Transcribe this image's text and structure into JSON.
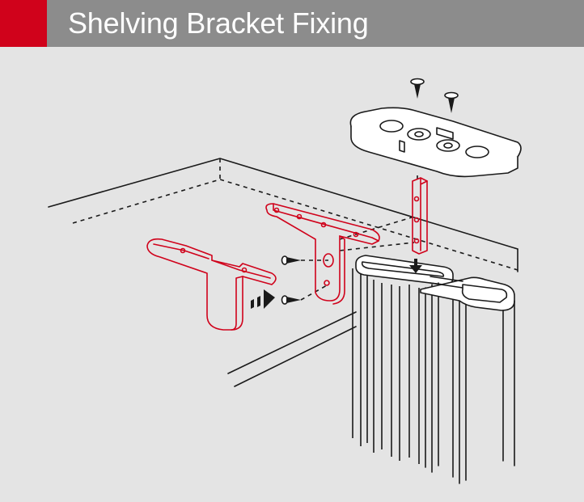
{
  "header": {
    "title": "Shelving Bracket Fixing",
    "accent_color": "#d0021b",
    "background_color": "#8c8c8c"
  },
  "diagram": {
    "parts": [
      "wall-shelf",
      "top-fixing-plate",
      "screw-icon",
      "l-bracket",
      "t-bracket",
      "upright-post",
      "direction-arrow-icon"
    ],
    "highlight_color": "#d0021b"
  }
}
